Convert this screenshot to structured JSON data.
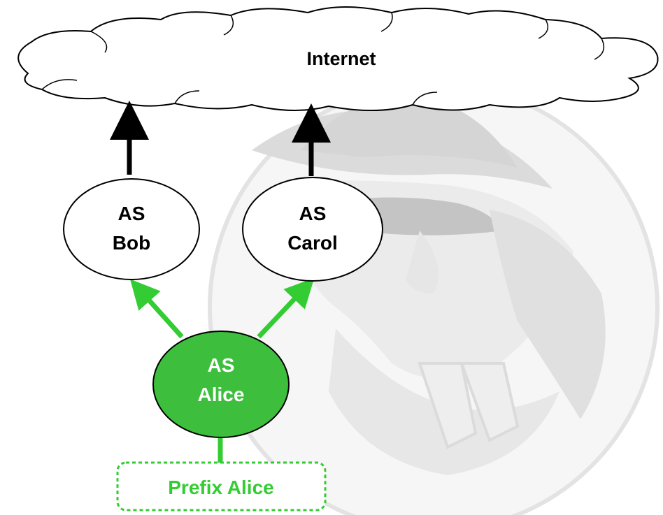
{
  "diagram": {
    "cloud": {
      "label": "Internet"
    },
    "nodes": {
      "bob": {
        "line1": "AS",
        "line2": "Bob"
      },
      "carol": {
        "line1": "AS",
        "line2": "Carol"
      },
      "alice": {
        "line1": "AS",
        "line2": "Alice"
      }
    },
    "prefix": {
      "label": "Prefix Alice"
    }
  },
  "colors": {
    "accent_green": "#33cc33",
    "alice_fill": "#3dbf3d",
    "arrow_black": "#000000",
    "watermark_gray": "#b0b0b0"
  },
  "watermark": {
    "icon": "spy-figure-icon"
  }
}
